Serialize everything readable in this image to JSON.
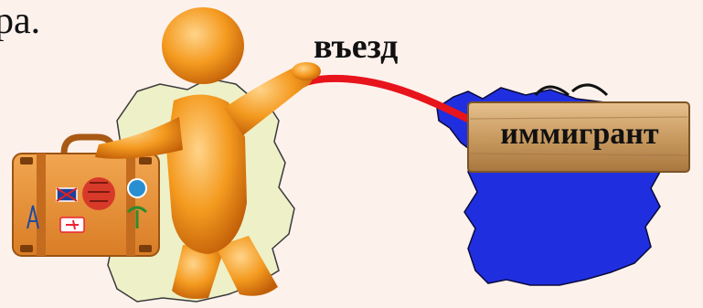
{
  "slide": {
    "partial_text": "ра.",
    "arrow_label": "въезд",
    "sign_label": "иммигрант"
  },
  "colors": {
    "background": "#fdf1ec",
    "departure_map": "#eef0c8",
    "destination_map": "#1f2fe0",
    "arrow": "#e8141b",
    "figure": "#f08a16",
    "suitcase": "#e9923a",
    "sign": "#c9a06a"
  },
  "icons": [
    "person-figure-icon",
    "suitcase-icon",
    "wooden-sign-icon"
  ]
}
